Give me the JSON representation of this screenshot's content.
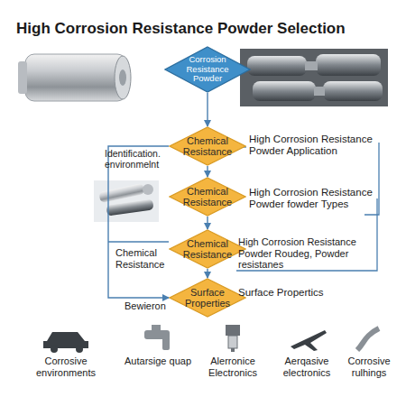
{
  "diagram": {
    "title": "High Corrosion Resistance Powder Selection",
    "nodes": [
      {
        "text": [
          "Corrosion Resistance Powder"
        ]
      },
      {
        "text": [
          "Chemical Resistance"
        ]
      },
      {
        "text": [
          "Chemical Resistance"
        ]
      },
      {
        "text": [
          "Chemical Resistance"
        ]
      },
      {
        "text": [
          "Surface Properties"
        ]
      }
    ],
    "edges": [
      {
        "from": 0,
        "to": 1,
        "arrow": "to"
      },
      {
        "from": 1,
        "to": 2,
        "arrow": "to"
      },
      {
        "from": 2,
        "to": 3,
        "arrow": "to"
      },
      {
        "from": 3,
        "to": 4,
        "arrow": "to"
      },
      {
        "from": 1,
        "to": 4,
        "arrow": "to"
      }
    ],
    "labels": [
      "High Corrosion Resistance Powder Application",
      "Identification. environmelnt",
      "High Corrosion Resistance Powder fowder Types",
      "Chemical Resistance",
      "High Corrosion Resistance Powder Roudeg, Powder resistanes",
      "Bewieron",
      "Surface Propertics",
      "Corrosive environments",
      "Autarsige quap",
      "Alerronice Electronics",
      "Aerqasive electronics",
      "Corrosive rulhings"
    ]
  }
}
